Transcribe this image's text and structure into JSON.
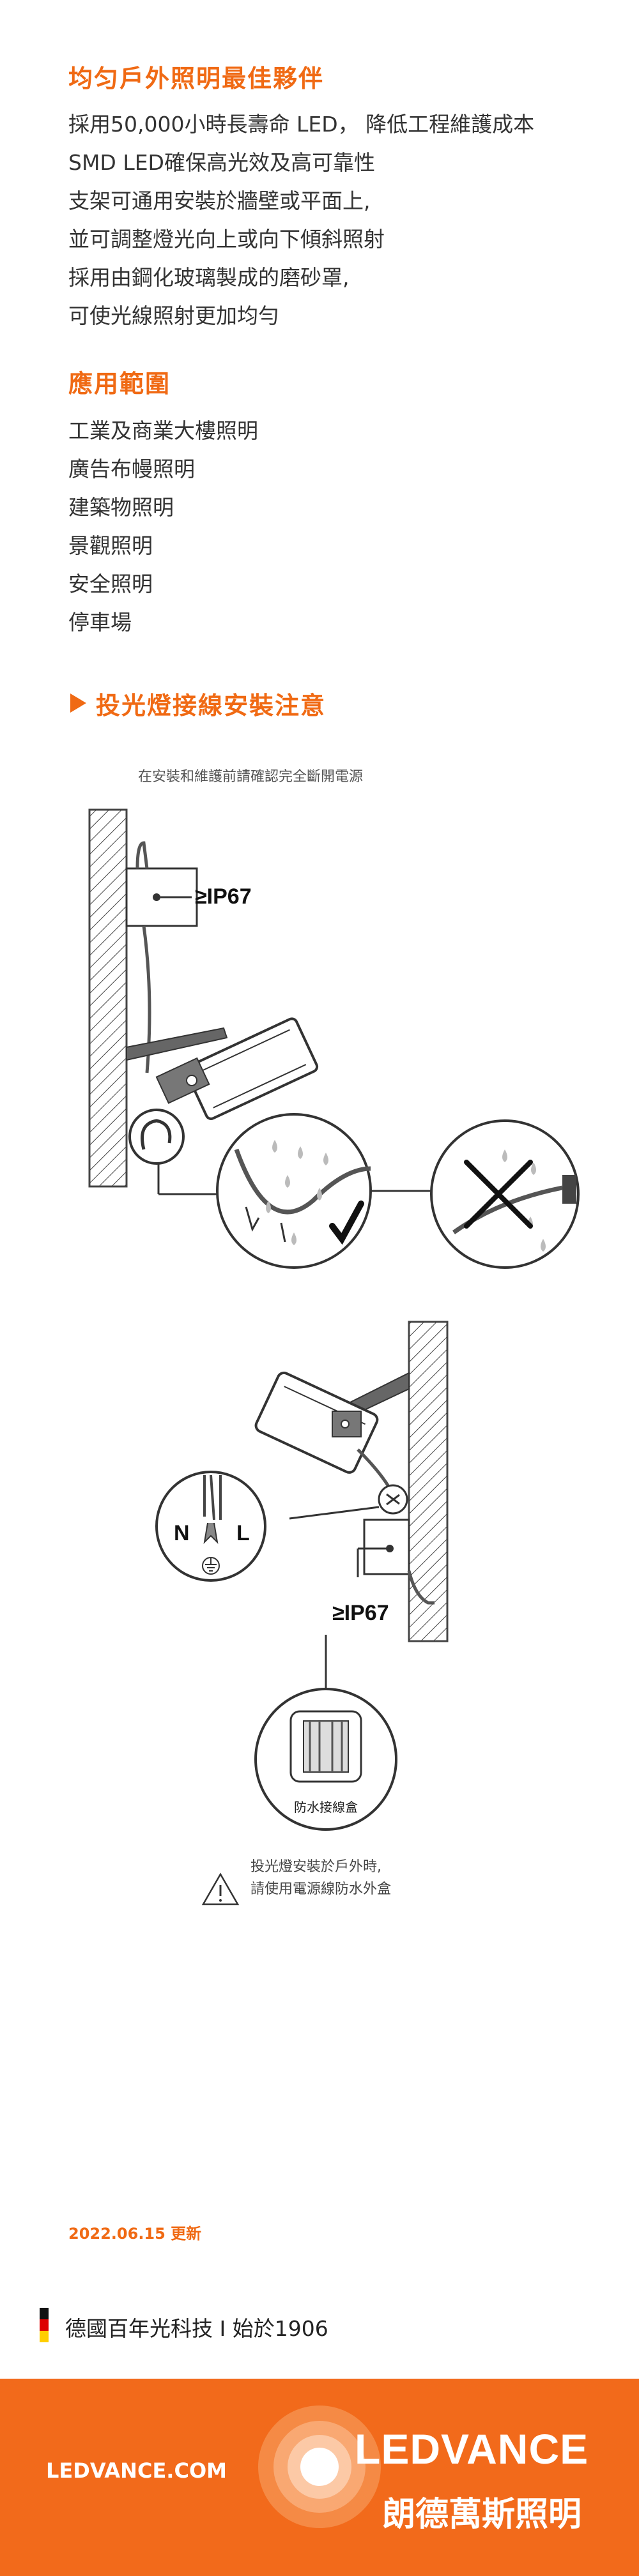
{
  "section1": {
    "title": "均匀戶外照明最佳夥伴",
    "lines": [
      "採用50,000小時長壽命 LED， 降低工程維護成本",
      "SMD LED確保高光效及高可靠性",
      "支架可通用安裝於牆壁或平面上,",
      "並可調整燈光向上或向下傾斜照射",
      "採用由鋼化玻璃製成的磨砂罩,",
      "可使光線照射更加均勻"
    ]
  },
  "section2": {
    "title": "應用範圍",
    "items": [
      "工業及商業大樓照明",
      "廣告布幔照明",
      "建築物照明",
      "景觀照明",
      "安全照明",
      "停車場"
    ]
  },
  "section3": {
    "title": "投光燈接線安裝注意",
    "note": "在安裝和維護前請確認完全斷開電源",
    "ip_label_1": "≥IP67",
    "wire_n": "N",
    "wire_l": "L",
    "ip_label_2": "≥IP67",
    "box_label": "防水接線盒",
    "warning_line1": "投光燈安裝於戶外時,",
    "warning_line2": "請使用電源線防水外盒"
  },
  "update_date": "2022.06.15 更新",
  "tagline": "德國百年光科技 I 始於1906",
  "footer": {
    "website": "LEDVANCE.COM",
    "brand": "LEDVANCE",
    "brand_cn": "朗德萬斯照明"
  },
  "colors": {
    "accent": "#f26a1b",
    "flag_black": "#111111",
    "flag_red": "#dd0000",
    "flag_gold": "#ffce00"
  }
}
